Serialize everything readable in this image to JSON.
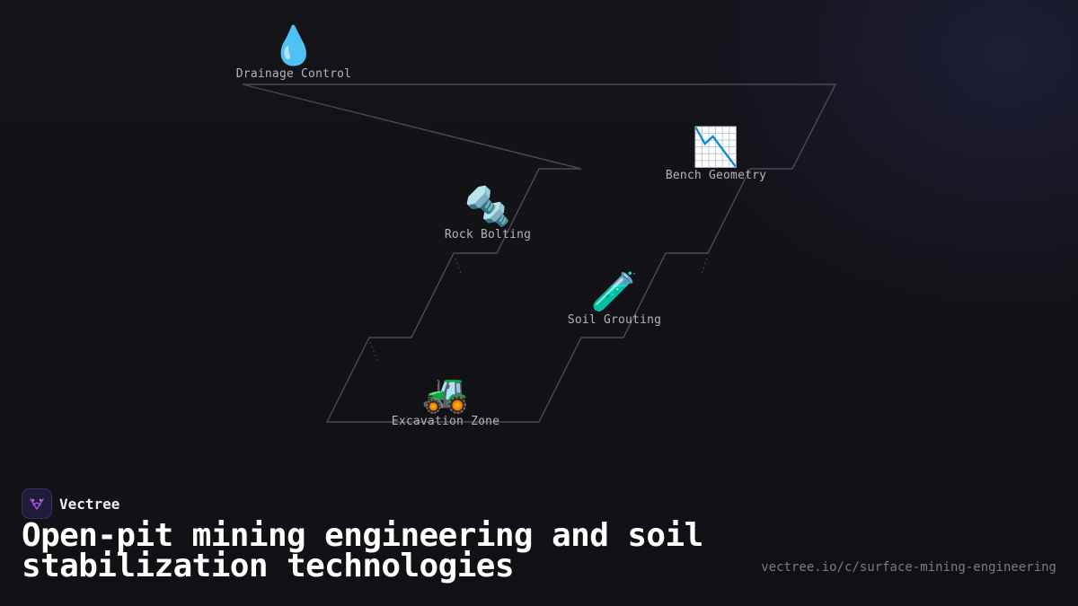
{
  "diagram": {
    "nodes": [
      {
        "id": "drainage",
        "icon": "water-drop-icon",
        "glyph": "💧",
        "label": "Drainage Control"
      },
      {
        "id": "bench",
        "icon": "chart-decreasing-icon",
        "glyph": "📉",
        "label": "Bench Geometry"
      },
      {
        "id": "bolting",
        "icon": "nut-and-bolt-icon",
        "glyph": "🔩",
        "label": "Rock Bolting"
      },
      {
        "id": "grouting",
        "icon": "test-tube-icon",
        "glyph": "🧪",
        "label": "Soil Grouting"
      },
      {
        "id": "excavation",
        "icon": "tractor-icon",
        "glyph": "🚜",
        "label": "Excavation Zone"
      }
    ],
    "line_color": "#4a4a52"
  },
  "footer": {
    "brand_name": "Vectree",
    "title": "Open-pit mining engineering and soil stabilization technologies",
    "url": "vectree.io/c/surface-mining-engineering"
  },
  "colors": {
    "background": "#121217",
    "title": "#ffffff",
    "label": "#b4b4bc",
    "url": "#7a7a84",
    "brand_accent": "#b04bd8"
  }
}
